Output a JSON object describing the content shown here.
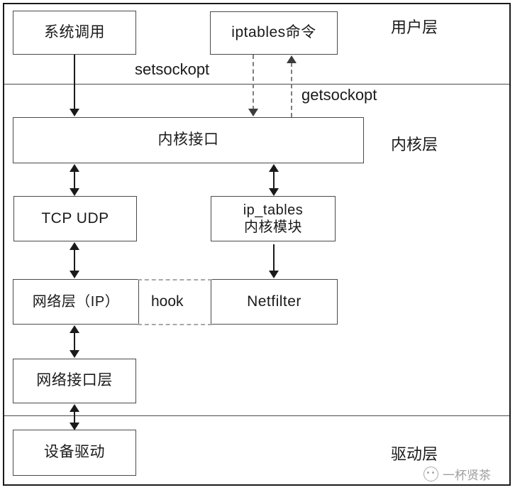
{
  "diagram": {
    "title_layers": {
      "user": "用户层",
      "kernel": "内核层",
      "driver": "驱动层"
    },
    "nodes": {
      "syscall": "系统调用",
      "iptables_cmd": "iptables命令",
      "kernel_api": "内核接口",
      "tcp_udp": "TCP  UDP",
      "ip_tables_l1": "ip_tables",
      "ip_tables_l2": "内核模块",
      "net_layer": "网络层（IP）",
      "netfilter": "Netfilter",
      "net_iface": "网络接口层",
      "device_driver": "设备驱动"
    },
    "edge_labels": {
      "setsockopt": "setsockopt",
      "getsockopt": "getsockopt",
      "hook": "hook"
    },
    "watermark": {
      "text": "一杯贤茶",
      "icon": "cat-face-icon"
    },
    "colors": {
      "frame": "#1a1a1a",
      "box_border": "#4a4a4a",
      "arrow": "#1a1a1a",
      "dashed_arrow": "#7d7d7d",
      "hook_dash": "#a8a8a8",
      "background": "#ffffff",
      "text": "#1a1a1a",
      "watermark": "#8e8e8e"
    }
  }
}
